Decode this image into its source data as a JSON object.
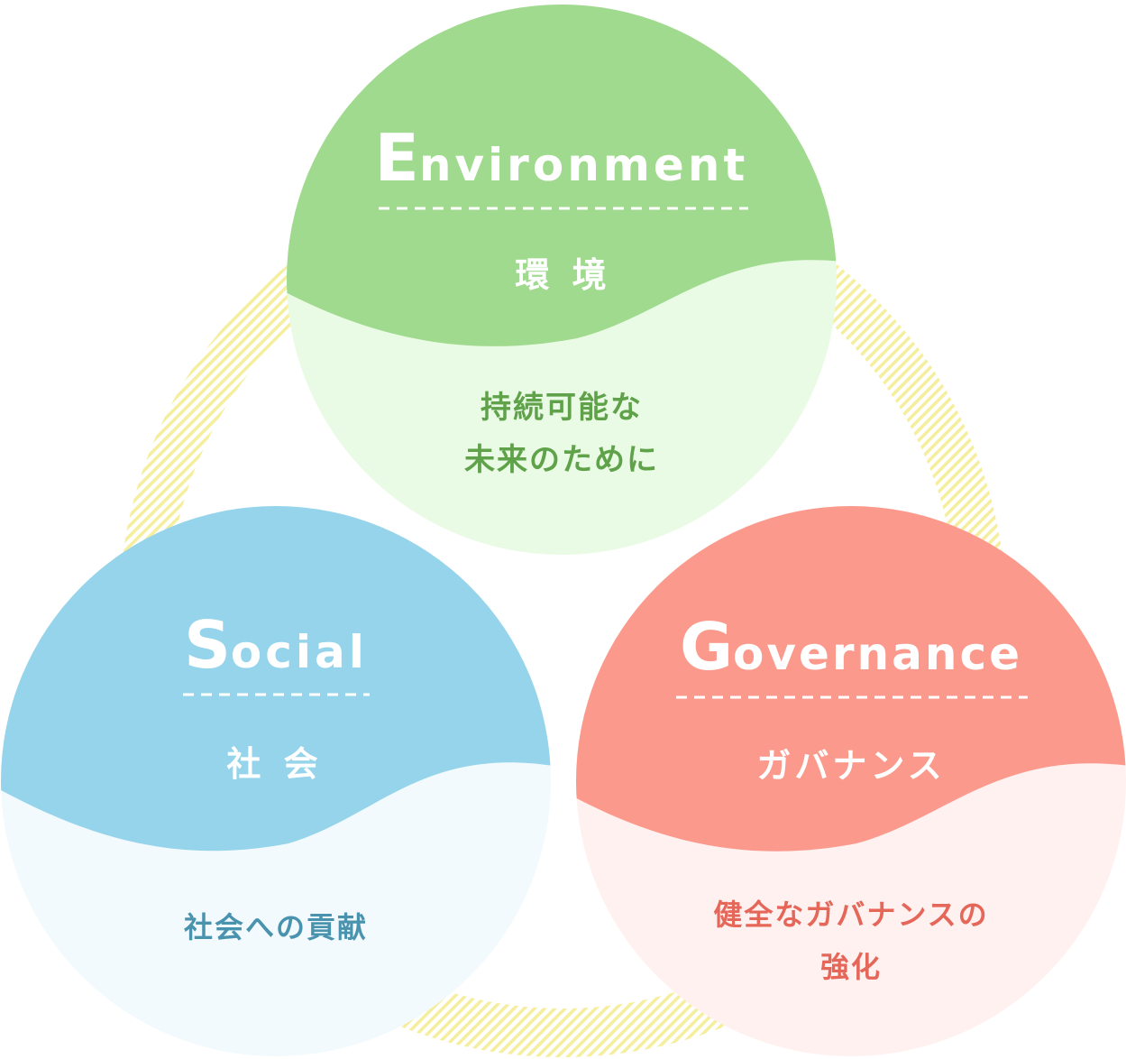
{
  "colors": {
    "ring": "#f5ee9c",
    "environment_top": "#a0da8e",
    "environment_bottom": "#eafbe5",
    "environment_text": "#5fa24a",
    "social_top": "#95d4ea",
    "social_bottom": "#f2fafd",
    "social_text": "#4a93ae",
    "governance_top": "#fb9a8c",
    "governance_bottom": "#fff1ef",
    "governance_text": "#e5675a"
  },
  "environment": {
    "initial": "E",
    "rest": "nvironment",
    "jp": "環 境",
    "desc_line1": "持続可能な",
    "desc_line2": "未来のために"
  },
  "social": {
    "initial": "S",
    "rest": "ocial",
    "jp": "社 会",
    "desc_line1": "社会への貢献"
  },
  "governance": {
    "initial": "G",
    "rest": "overnance",
    "jp": "ガバナンス",
    "desc_line1": "健全なガバナンスの",
    "desc_line2": "強化"
  }
}
